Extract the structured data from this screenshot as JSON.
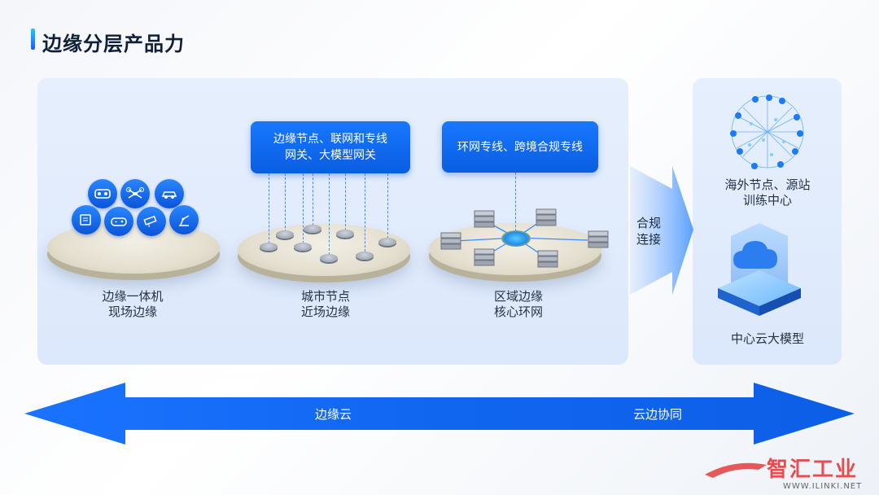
{
  "page": {
    "title": "边缘分层产品力"
  },
  "tiers": [
    {
      "line1": "边缘一体机",
      "line2": "现场边缘"
    },
    {
      "line1": "城市节点",
      "line2": "近场边缘"
    },
    {
      "line1": "区域边缘",
      "line2": "核心环网"
    }
  ],
  "callouts": {
    "city": {
      "line1": "边缘节点、联网和专线",
      "line2": "网关、大模型网关"
    },
    "region": {
      "line1": "环网专线、跨境合规专线"
    }
  },
  "link": {
    "line1": "合规",
    "line2": "连接"
  },
  "right": {
    "overseas": {
      "line1": "海外节点、源站",
      "line2": "训练中心"
    },
    "cloud": "中心云大模型"
  },
  "arrow": {
    "left_label": "边缘云",
    "right_label": "云边协同"
  },
  "watermark": {
    "text": "智汇工业",
    "url": "WWW.ILINKI.NET"
  },
  "colors": {
    "accent": "#0b63e5",
    "panel": "#e3edfc",
    "watermark": "#e43c3c"
  }
}
